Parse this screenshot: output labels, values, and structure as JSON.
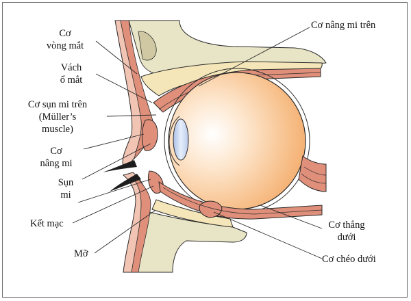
{
  "labels": {
    "co_vong_mat_1": "Cơ",
    "co_vong_mat_2": "vòng mắt",
    "vach_o_mat_1": "Vách",
    "vach_o_mat_2": "ổ mắt",
    "co_sun_mi_tren": "Cơ sụn mi trên",
    "muller_1": "(Müller’s",
    "muller_2": "muscle)",
    "co_nang_mi_1": "Cơ",
    "co_nang_mi_2": "nâng mi",
    "sun_mi_1": "Sụn",
    "sun_mi_2": "mi",
    "ket_mac": "Kết mạc",
    "mo": "Mỡ",
    "co_nang_mi_tren": "Cơ nâng mi trên",
    "co_thang_duoi_1": "Cơ thẳng",
    "co_thang_duoi_2": "dưới",
    "co_cheo_duoi": "Cơ chéo dưới"
  },
  "colors": {
    "skin": "#f1c4b4",
    "muscle": "#df8f7a",
    "muscle_dark": "#c8654f",
    "fat": "#f4e6b8",
    "bone": "#e8e4c6",
    "eye_glow": "#f7b877",
    "lens": "#c9d7ef",
    "line": "#2a2a2a"
  }
}
